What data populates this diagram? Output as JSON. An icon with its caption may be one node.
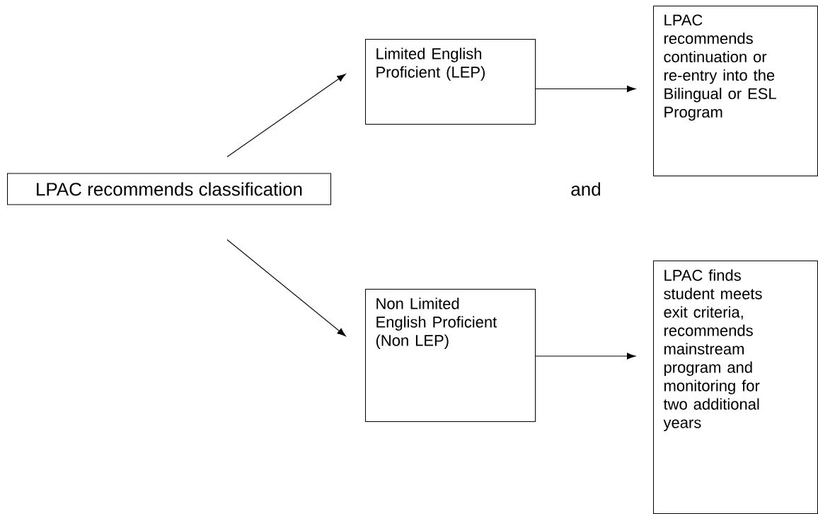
{
  "diagram": {
    "nodes": [
      {
        "text": [
          "LPAC recommends  classification"
        ]
      },
      {
        "text": [
          "Limited English Proficient (LEP)"
        ]
      },
      {
        "text": [
          "LPAC recommends continuation or re-entry into the Bilingual or ESL Program"
        ]
      },
      {
        "text": [
          "Non Limited English Proficient (Non LEP)"
        ]
      },
      {
        "text": [
          "LPAC finds student meets exit criteria, recommends mainstream program and monitoring for two additional years"
        ]
      }
    ],
    "edges": [
      {
        "from": 0,
        "to": 1,
        "arrow": "to"
      },
      {
        "from": 1,
        "to": 2,
        "arrow": "to"
      },
      {
        "from": 0,
        "to": 3,
        "arrow": "to"
      },
      {
        "from": 3,
        "to": 4,
        "arrow": "to"
      }
    ],
    "labels": [
      "and"
    ]
  }
}
